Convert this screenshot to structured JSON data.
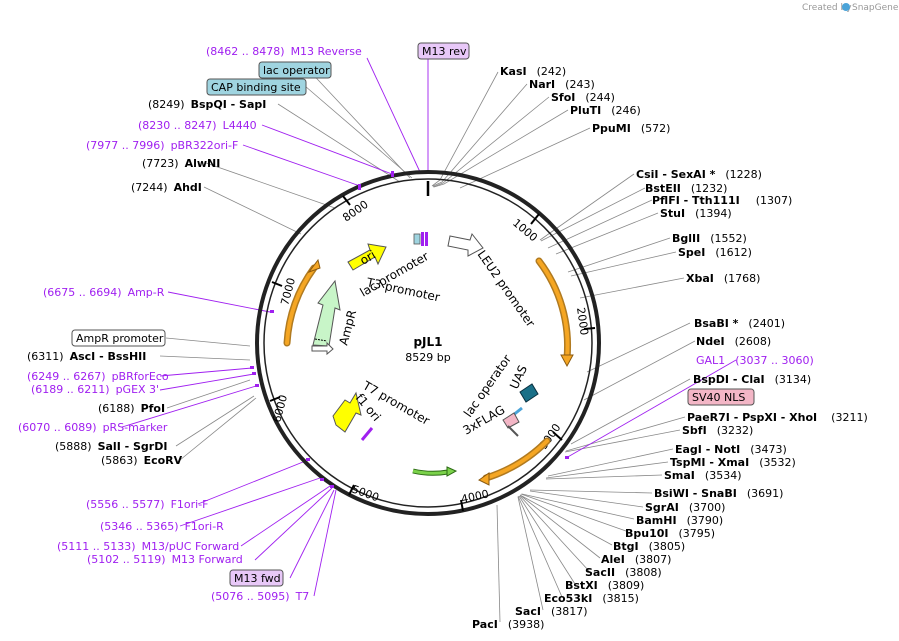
{
  "brand": {
    "created_by": "Created by",
    "name": "SnapGene"
  },
  "plasmid": {
    "name": "pJL1",
    "size": "8529 bp"
  },
  "ticks": [
    "1000",
    "2000",
    "3000",
    "4000",
    "5000",
    "6000",
    "7000",
    "8000"
  ],
  "features": {
    "ori": "ori",
    "ampr": "AmpR",
    "lac_promoter": "lac promoter",
    "t3_promoter": "T3 promoter",
    "leu2_promoter": "LEU2 promoter",
    "t7_promoter": "T7 promoter",
    "f1_ori": "f1 ori",
    "lac_operator": "lac operator",
    "uas": "UAS",
    "flag": "3xFLAG"
  },
  "right_sites": [
    {
      "name": "KasI",
      "pos": "(242)"
    },
    {
      "name": "NarI",
      "pos": "(243)"
    },
    {
      "name": "SfoI",
      "pos": "(244)"
    },
    {
      "name": "PluTI",
      "pos": "(246)"
    },
    {
      "name": "PpuMI",
      "pos": "(572)"
    },
    {
      "name": "CsiI  - SexAI *",
      "pos": "(1228)"
    },
    {
      "name": "BstEII",
      "pos": "(1232)"
    },
    {
      "name": "PflFI  - Tth111I",
      "pos": "(1307)"
    },
    {
      "name": "StuI",
      "pos": "(1394)"
    },
    {
      "name": "BglII",
      "pos": "(1552)"
    },
    {
      "name": "SpeI",
      "pos": "(1612)"
    },
    {
      "name": "XbaI",
      "pos": "(1768)"
    },
    {
      "name": "BsaBI *",
      "pos": "(2401)"
    },
    {
      "name": "NdeI",
      "pos": "(2608)"
    },
    {
      "name": "BspDI  - ClaI",
      "pos": "(3134)"
    },
    {
      "name": "PaeR7I  - PspXI  - XhoI",
      "pos": "(3211)"
    },
    {
      "name": "SbfI",
      "pos": "(3232)"
    },
    {
      "name": "EagI  - NotI",
      "pos": "(3473)"
    },
    {
      "name": "TspMI  - XmaI",
      "pos": "(3532)"
    },
    {
      "name": "SmaI",
      "pos": "(3534)"
    },
    {
      "name": "BsiWI  - SnaBI",
      "pos": "(3691)"
    },
    {
      "name": "SgrAI",
      "pos": "(3700)"
    },
    {
      "name": "BamHI",
      "pos": "(3790)"
    },
    {
      "name": "Bpu10I",
      "pos": "(3795)"
    },
    {
      "name": "BtgI",
      "pos": "(3805)"
    },
    {
      "name": "AleI",
      "pos": "(3807)"
    },
    {
      "name": "SacII",
      "pos": "(3808)"
    },
    {
      "name": "BstXI",
      "pos": "(3809)"
    },
    {
      "name": "Eco53kI",
      "pos": "(3815)"
    },
    {
      "name": "SacI",
      "pos": "(3817)"
    },
    {
      "name": "PacI",
      "pos": "(3938)"
    }
  ],
  "right_features": {
    "gal1": "GAL1",
    "gal1_range": "(3037 .. 3060)",
    "sv40": "SV40 NLS"
  },
  "left_sites": [
    {
      "pos": "(8249)",
      "name": "BspQI  - SapI"
    },
    {
      "pos": "(7723)",
      "name": "AlwNI"
    },
    {
      "pos": "(7244)",
      "name": "AhdI"
    },
    {
      "pos": "(6311)",
      "name": "AscI  - BssHII"
    },
    {
      "pos": "(6188)",
      "name": "PfoI"
    },
    {
      "pos": "(5888)",
      "name": "SalI  - SgrDI"
    },
    {
      "pos": "(5863)",
      "name": "EcoRV"
    }
  ],
  "left_features": [
    {
      "range": "(8462 .. 8478)",
      "name": "M13 Reverse"
    },
    {
      "range": "(8230 .. 8247)",
      "name": "L4440"
    },
    {
      "range": "(7977 .. 7996)",
      "name": "pBR322ori-F"
    },
    {
      "range": "(6675 .. 6694)",
      "name": "Amp-R"
    },
    {
      "range": "(6249 .. 6267)",
      "name": "pBRforEco"
    },
    {
      "range": "(6189 .. 6211)",
      "name": "pGEX 3'"
    },
    {
      "range": "(6070 .. 6089)",
      "name": "pRS-marker"
    },
    {
      "range": "(5556 .. 5577)",
      "name": "F1ori-F"
    },
    {
      "range": "(5346 .. 5365)",
      "name": "F1ori-R"
    },
    {
      "range": "(5111 .. 5133)",
      "name": "M13/pUC Forward"
    },
    {
      "range": "(5102 .. 5119)",
      "name": "M13 Forward"
    },
    {
      "range": "(5076 .. 5095)",
      "name": "T7"
    }
  ],
  "boxes": {
    "m13rev": "M13 rev",
    "lac_operator": "lac operator",
    "cap_site": "CAP binding site",
    "ampr_promoter": "AmpR promoter",
    "m13fwd": "M13 fwd"
  },
  "colors": {
    "primer": "#a020f0",
    "primer_box_fill": "#e8c8f8",
    "feature_box_fill": "#9fd4e0",
    "ori": "#ffff00",
    "ampr": "#c8f5c8",
    "orange_arrow": "#f5a623",
    "uas": "#1a7088",
    "sv40_fill": "#f3b6c6"
  }
}
